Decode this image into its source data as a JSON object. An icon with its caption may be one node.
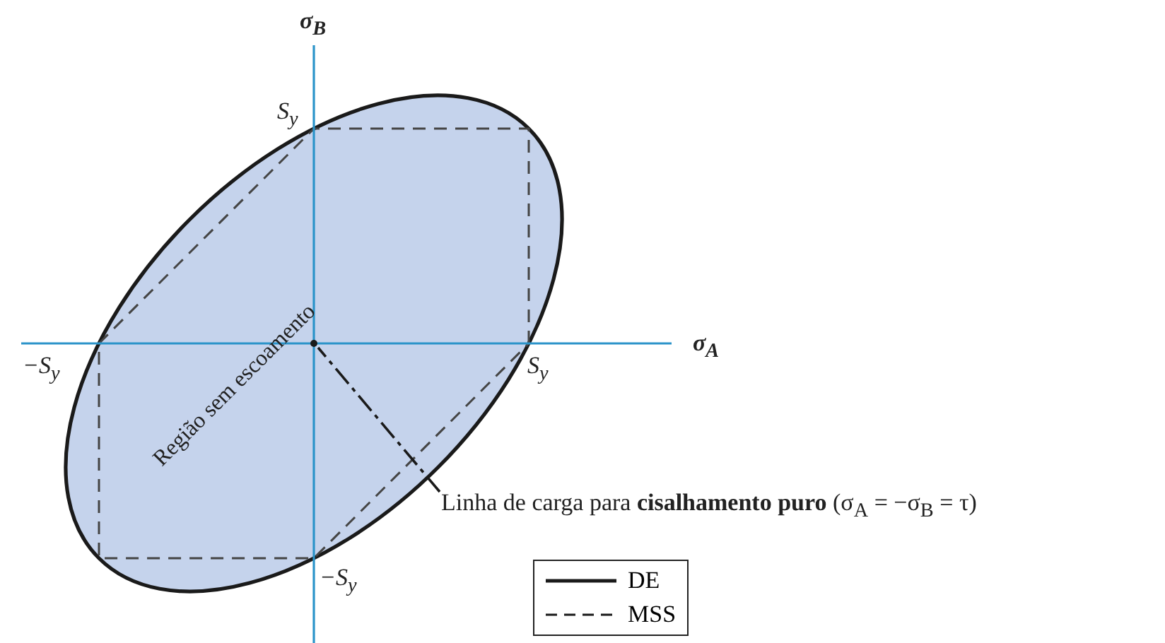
{
  "diagram": {
    "nodes": [
      {
        "text": [
          "Linha de carga para **cisalhamento puro** (σ$_{A}$ = −σ$_{B}$ = τ)"
        ]
      },
      {
        "text": [],
        "shape": "circle"
      }
    ],
    "edges": [
      {
        "from": 0,
        "to": 1,
        "arrow": "none",
        "style": "dashed"
      }
    ],
    "labels": [
      "σ$_{B}$",
      "S$_{y}$",
      "Região sem escoamento",
      "σ$_{A}$",
      "−S$_{y}$",
      "S$_{y}$",
      "−S$_{y}$"
    ],
    "legend": [
      {
        "text": "DE"
      },
      {
        "text": "MSS"
      }
    ]
  }
}
